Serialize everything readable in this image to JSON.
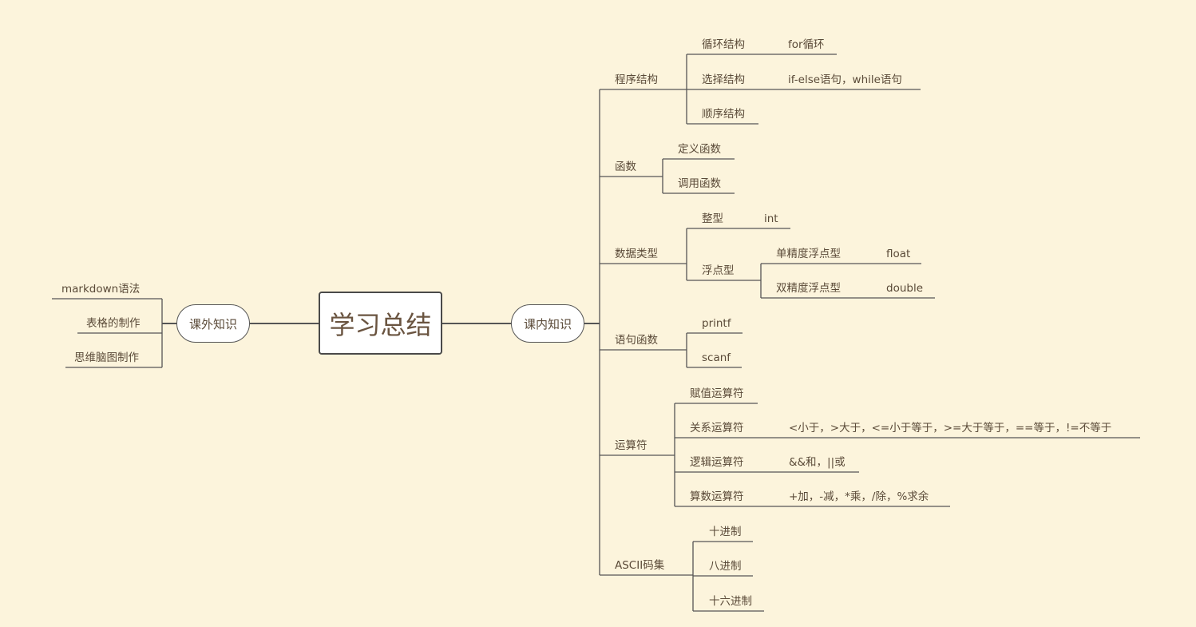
{
  "root": "学习总结",
  "left": {
    "label": "课外知识",
    "children": [
      "markdown语法",
      "表格的制作",
      "思维脑图制作"
    ]
  },
  "right": {
    "label": "课内知识",
    "branches": [
      {
        "label": "程序结构",
        "children": [
          {
            "label": "循环结构",
            "detail": "for循环"
          },
          {
            "label": "选择结构",
            "detail": "if-else语句，while语句"
          },
          {
            "label": "顺序结构"
          }
        ]
      },
      {
        "label": "函数",
        "children": [
          {
            "label": "定义函数"
          },
          {
            "label": "调用函数"
          }
        ]
      },
      {
        "label": "数据类型",
        "children": [
          {
            "label": "整型",
            "detail": "int"
          },
          {
            "label": "浮点型",
            "children": [
              {
                "label": "单精度浮点型",
                "detail": "float"
              },
              {
                "label": "双精度浮点型",
                "detail": "double"
              }
            ]
          }
        ]
      },
      {
        "label": "语句函数",
        "children": [
          {
            "label": "printf"
          },
          {
            "label": "scanf"
          }
        ]
      },
      {
        "label": "运算符",
        "children": [
          {
            "label": "赋值运算符"
          },
          {
            "label": "关系运算符",
            "detail": "<小于，>大于，<=小于等于，>=大于等于，==等于，!=不等于"
          },
          {
            "label": "逻辑运算符",
            "detail": "&&和，||或"
          },
          {
            "label": "算数运算符",
            "detail": "+加，-减，*乘，/除，%求余"
          }
        ]
      },
      {
        "label": "ASCII码集",
        "children": [
          {
            "label": "十进制"
          },
          {
            "label": "八进制"
          },
          {
            "label": "十六进制"
          }
        ]
      }
    ]
  }
}
